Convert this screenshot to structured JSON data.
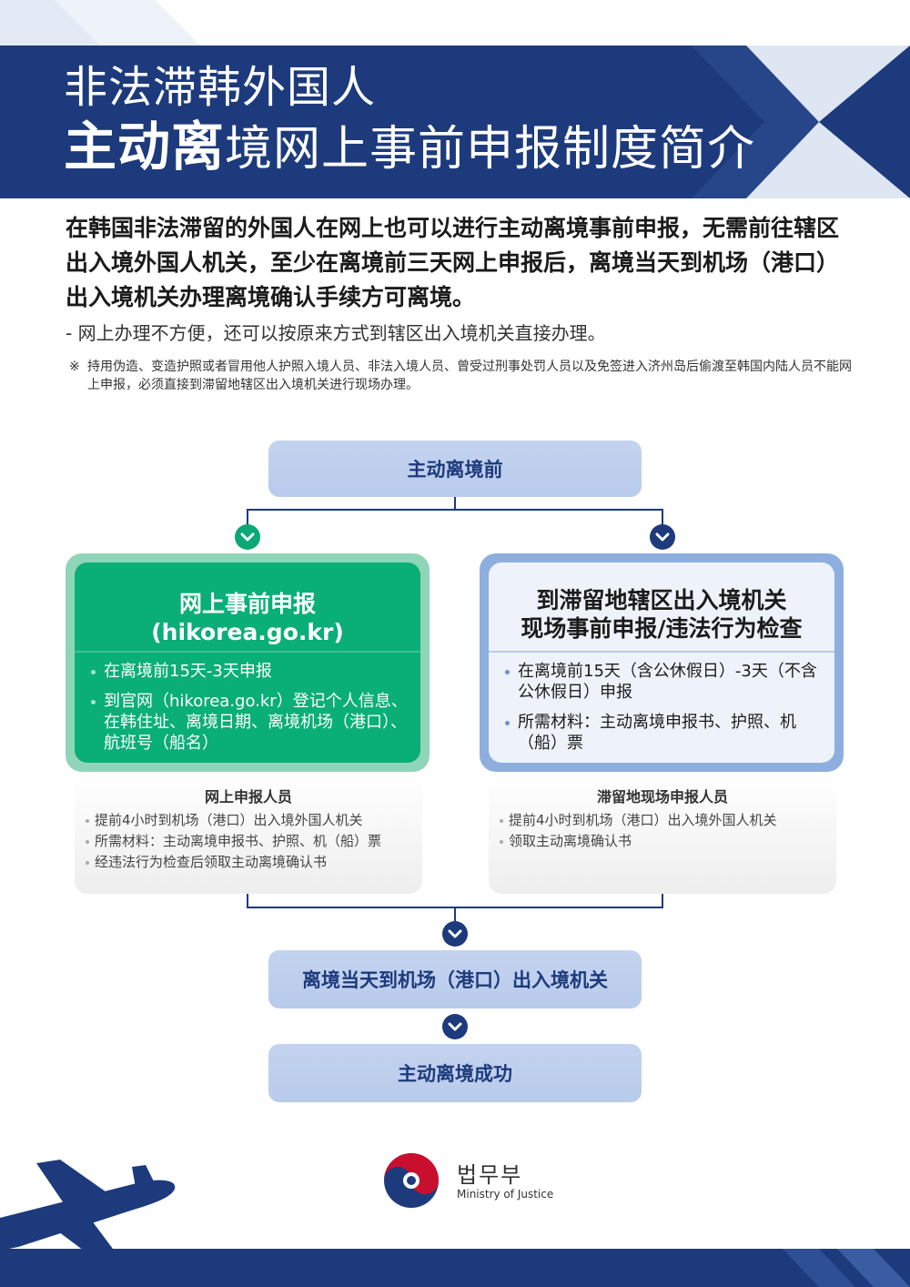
{
  "header": {
    "line1": "非法滞韩外国人",
    "line2_emphasis": "主动离",
    "line2_rest": "境网上事前申报制度简介"
  },
  "lead": "在韩国非法滞留的外国人在网上也可以进行主动离境事前申报，无需前往辖区出入境外国人机关，至少在离境前三天网上申报后，离境当天到机场（港口）出入境机关办理离境确认手续方可离境。",
  "note1": "- 网上办理不方便，还可以按原来方式到辖区出入境机关直接办理。",
  "note2": {
    "mark": "※",
    "text": "持用伪造、变造护照或者冒用他人护照入境人员、非法入境人员、曾受过刑事处罚人员以及免签进入济州岛后偷渡至韩国内陆人员不能网上申报，必须直接到滞留地辖区出入境机关进行现场办理。"
  },
  "flow": {
    "step_before": "主动离境前",
    "online": {
      "title1": "网上事前申报",
      "title2": "(hikorea.go.kr)",
      "items": [
        "在离境前15天-3天申报",
        "到官网（hikorea.go.kr）登记个人信息、在韩住址、离境日期、离境机场（港口）、航班号（船名）"
      ],
      "sub_title": "网上申报人员",
      "sub_items": [
        "提前4小时到机场（港口）出入境外国人机关",
        "所需材料：主动离境申报书、护照、机（船）票",
        "经违法行为检查后领取主动离境确认书"
      ]
    },
    "onsite": {
      "title1": "到滞留地辖区出入境机关",
      "title2": "现场事前申报/违法行为检查",
      "items": [
        "在离境前15天（含公休假日）-3天（不含公休假日）申报",
        "所需材料：主动离境申报书、护照、机（船）票"
      ],
      "sub_title": "滞留地现场申报人员",
      "sub_items": [
        "提前4小时到机场（港口）出入境外国人机关",
        "领取主动离境确认书"
      ]
    },
    "step_airport": "离境当天到机场（港口）出入境机关",
    "step_success": "主动离境成功"
  },
  "logo": {
    "korean": "법무부",
    "english": "Ministry of Justice"
  },
  "colors": {
    "navy": "#1d3a7c",
    "green": "#0aae77",
    "light_blue": "#c3d3ef"
  }
}
